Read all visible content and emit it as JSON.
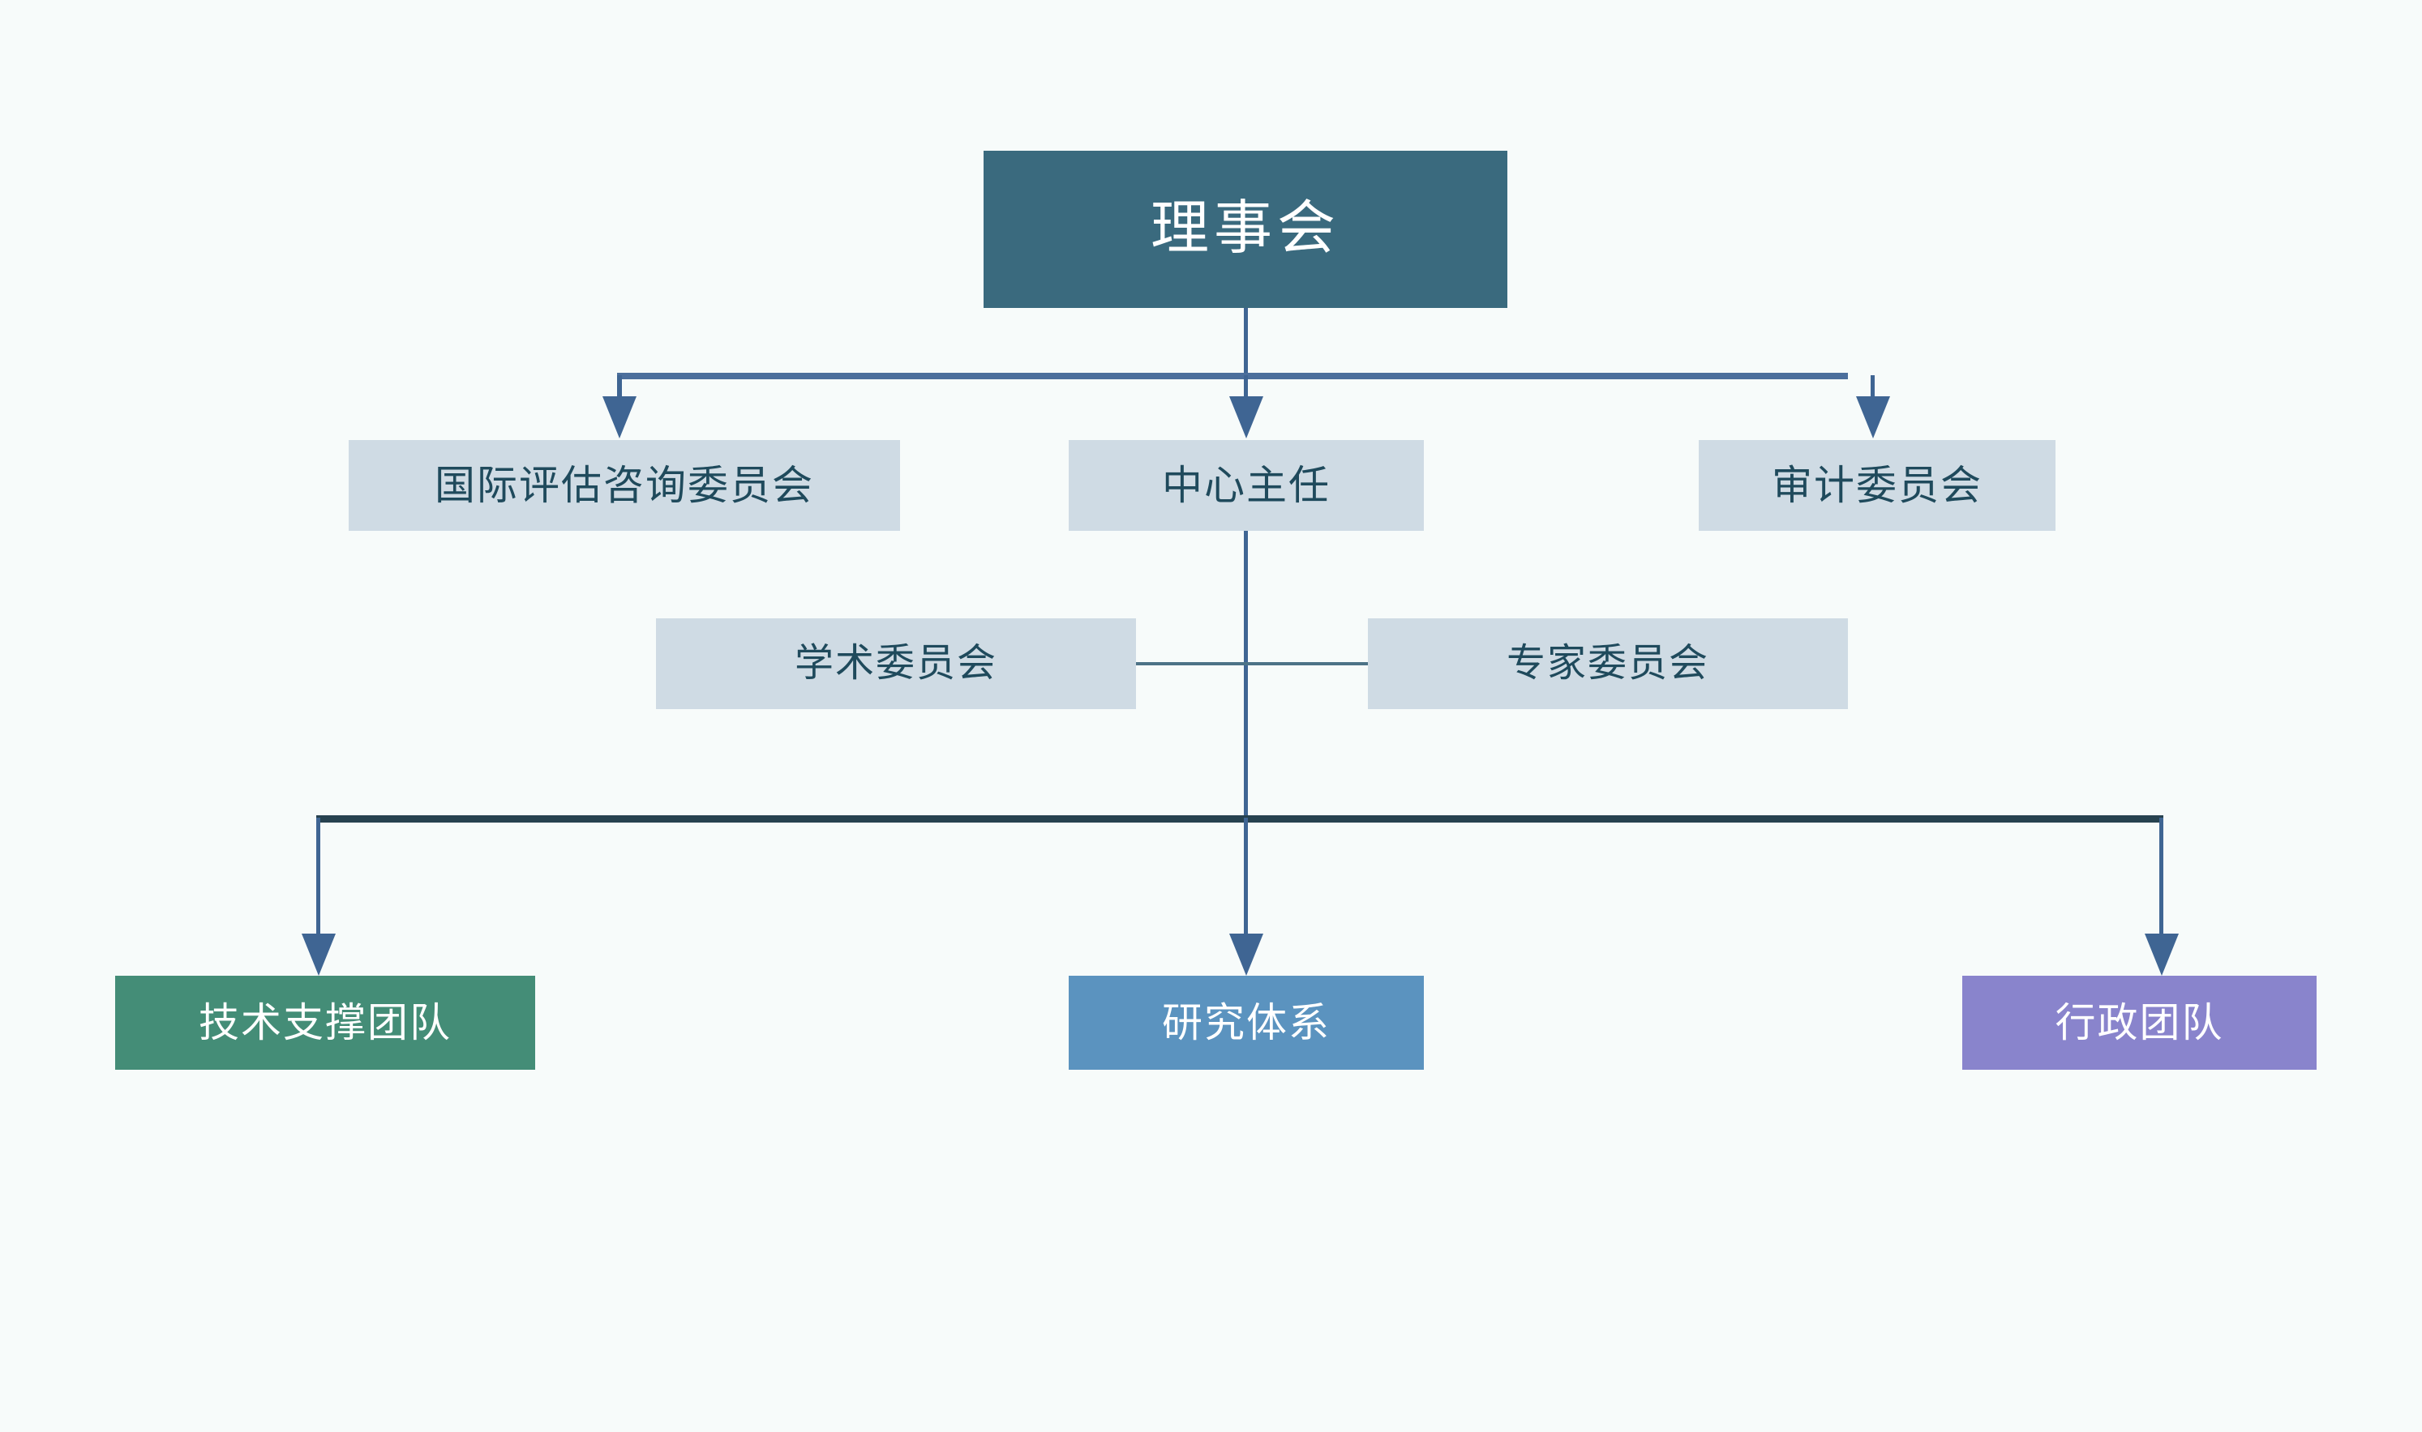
{
  "diagram": {
    "title_role": "organization-chart",
    "background_color": "#f7fbfa",
    "nodes": {
      "board": {
        "label": "理事会",
        "fill": "#3a6a7e",
        "text_color": "#ffffff",
        "level": 0
      },
      "intl_advisory": {
        "label": "国际评估咨询委员会",
        "fill": "#cfdbe4",
        "text_color": "#1f4a5c",
        "level": 1
      },
      "director": {
        "label": "中心主任",
        "fill": "#cfdbe4",
        "text_color": "#1f4a5c",
        "level": 1
      },
      "audit": {
        "label": "审计委员会",
        "fill": "#cfdbe4",
        "text_color": "#1f4a5c",
        "level": 1
      },
      "academic": {
        "label": "学术委员会",
        "fill": "#cfdbe4",
        "text_color": "#1f4a5c",
        "level": 2
      },
      "expert": {
        "label": "专家委员会",
        "fill": "#cfdbe4",
        "text_color": "#1f4a5c",
        "level": 2
      },
      "tech_team": {
        "label": "技术支撑团队",
        "fill": "#448d77",
        "text_color": "#ffffff",
        "level": 3
      },
      "research": {
        "label": "研究体系",
        "fill": "#5b93bf",
        "text_color": "#ffffff",
        "level": 3
      },
      "admin_team": {
        "label": "行政团队",
        "fill": "#8984cc",
        "text_color": "#ffffff",
        "level": 3
      }
    },
    "edges": [
      {
        "from": "board",
        "to": "intl_advisory",
        "style": "elbow-arrow"
      },
      {
        "from": "board",
        "to": "director",
        "style": "straight-arrow"
      },
      {
        "from": "board",
        "to": "audit",
        "style": "elbow-arrow"
      },
      {
        "from": "academic",
        "to": "expert",
        "style": "plain-line"
      },
      {
        "from": "director",
        "to": "tech_team",
        "style": "elbow-arrow"
      },
      {
        "from": "director",
        "to": "research",
        "style": "straight-arrow"
      },
      {
        "from": "director",
        "to": "admin_team",
        "style": "elbow-arrow"
      }
    ],
    "connector_colors": {
      "upper_bar": "#4c6f9c",
      "lower_bar": "#27424f",
      "line": "#3f6593",
      "side_link": "#4d7387"
    }
  }
}
